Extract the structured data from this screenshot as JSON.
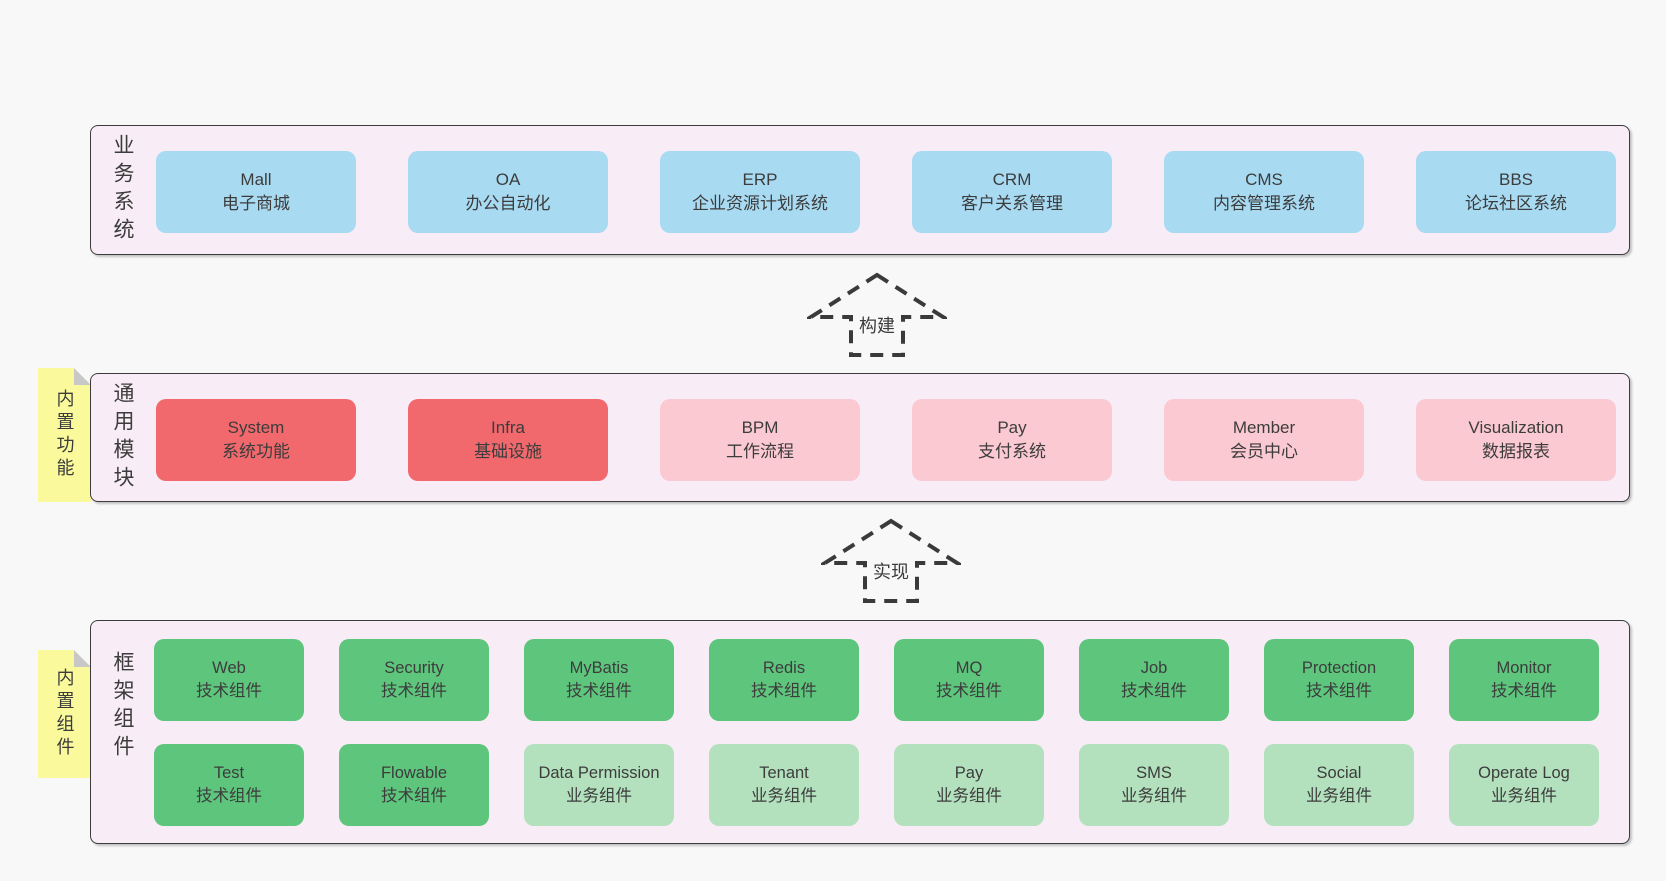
{
  "colors": {
    "page_bg": "#f8f8f8",
    "band_bg": "#f8edf6",
    "band_border": "#3c3c3c",
    "blue_box": "#a8daf2",
    "red_box": "#f1696d",
    "pink_box": "#fbc9d2",
    "green_dark_box": "#5ec57d",
    "green_light_box": "#b3e1bd",
    "note_yellow": "#fafa9c",
    "note_fold_gray": "#c8c8c8",
    "text": "#3c3c3c",
    "arrow_dash": "#3a3a3a"
  },
  "diagram": {
    "arrows": [
      {
        "label": "构建"
      },
      {
        "label": "实现"
      }
    ],
    "bands": [
      {
        "label": "业务系统",
        "boxes": [
          {
            "name": "Mall",
            "desc": "电子商城"
          },
          {
            "name": "OA",
            "desc": "办公自动化"
          },
          {
            "name": "ERP",
            "desc": "企业资源计划系统"
          },
          {
            "name": "CRM",
            "desc": "客户关系管理"
          },
          {
            "name": "CMS",
            "desc": "内容管理系统"
          },
          {
            "name": "BBS",
            "desc": "论坛社区系统"
          }
        ]
      },
      {
        "label": "通用模块",
        "note": "内置功能",
        "boxes": [
          {
            "name": "System",
            "desc": "系统功能"
          },
          {
            "name": "Infra",
            "desc": "基础设施"
          },
          {
            "name": "BPM",
            "desc": "工作流程"
          },
          {
            "name": "Pay",
            "desc": "支付系统"
          },
          {
            "name": "Member",
            "desc": "会员中心"
          },
          {
            "name": "Visualization",
            "desc": "数据报表"
          }
        ]
      },
      {
        "label": "框架组件",
        "note": "内置组件",
        "rows": [
          [
            {
              "name": "Web",
              "desc": "技术组件"
            },
            {
              "name": "Security",
              "desc": "技术组件"
            },
            {
              "name": "MyBatis",
              "desc": "技术组件"
            },
            {
              "name": "Redis",
              "desc": "技术组件"
            },
            {
              "name": "MQ",
              "desc": "技术组件"
            },
            {
              "name": "Job",
              "desc": "技术组件"
            },
            {
              "name": "Protection",
              "desc": "技术组件"
            },
            {
              "name": "Monitor",
              "desc": "技术组件"
            }
          ],
          [
            {
              "name": "Test",
              "desc": "技术组件"
            },
            {
              "name": "Flowable",
              "desc": "技术组件"
            },
            {
              "name": "Data Permission",
              "desc": "业务组件"
            },
            {
              "name": "Tenant",
              "desc": "业务组件"
            },
            {
              "name": "Pay",
              "desc": "业务组件"
            },
            {
              "name": "SMS",
              "desc": "业务组件"
            },
            {
              "name": "Social",
              "desc": "业务组件"
            },
            {
              "name": "Operate Log",
              "desc": "业务组件"
            }
          ]
        ]
      }
    ]
  }
}
